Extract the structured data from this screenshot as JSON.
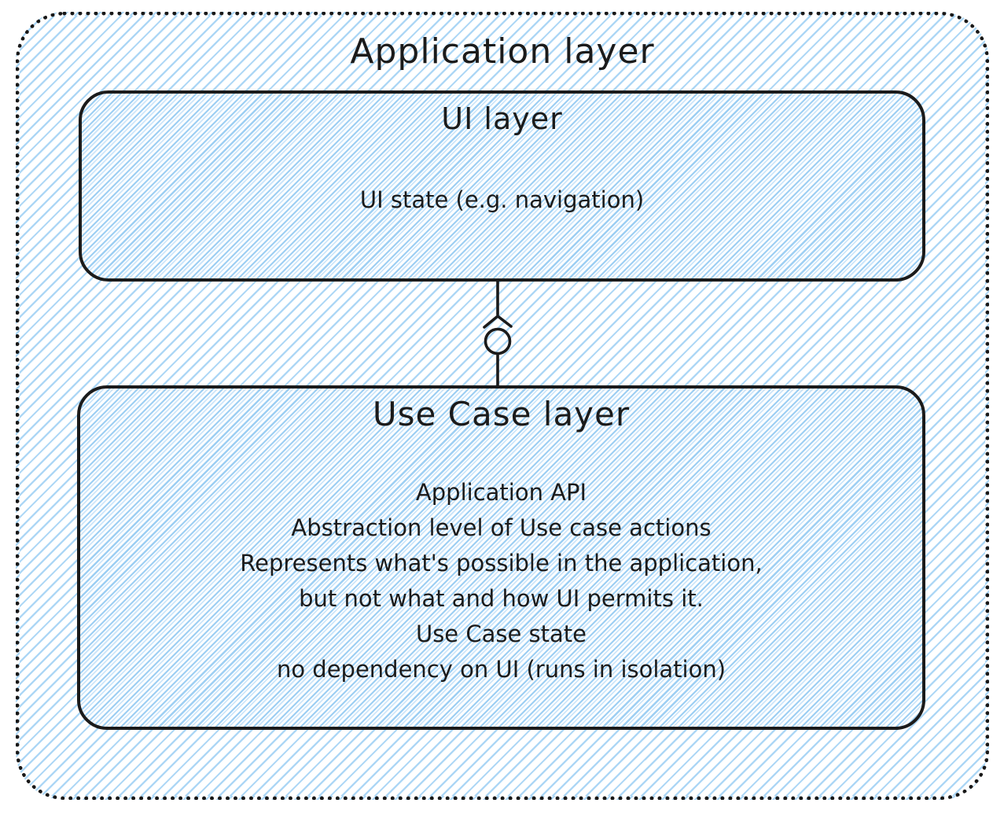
{
  "diagram": {
    "application_layer": {
      "title": "Application layer"
    },
    "ui_layer": {
      "title": "UI layer",
      "body": "UI state (e.g. navigation)"
    },
    "connector": {
      "type": "lollipop-interface",
      "description": "line with upward chevron and circle linking UI layer to Use Case layer"
    },
    "use_case_layer": {
      "title": "Use Case layer",
      "lines": [
        "Application API",
        "Abstraction level of Use case actions",
        "Represents what's possible in the application,",
        "but not what and how UI permits it.",
        "Use Case state",
        "no dependency on UI (runs in isolation)"
      ]
    },
    "colors": {
      "hatch_blue": "#a9d5f5",
      "hatch_blue_light": "#cde6fa",
      "stroke_black": "#1b1b1b",
      "background": "#ffffff"
    }
  }
}
